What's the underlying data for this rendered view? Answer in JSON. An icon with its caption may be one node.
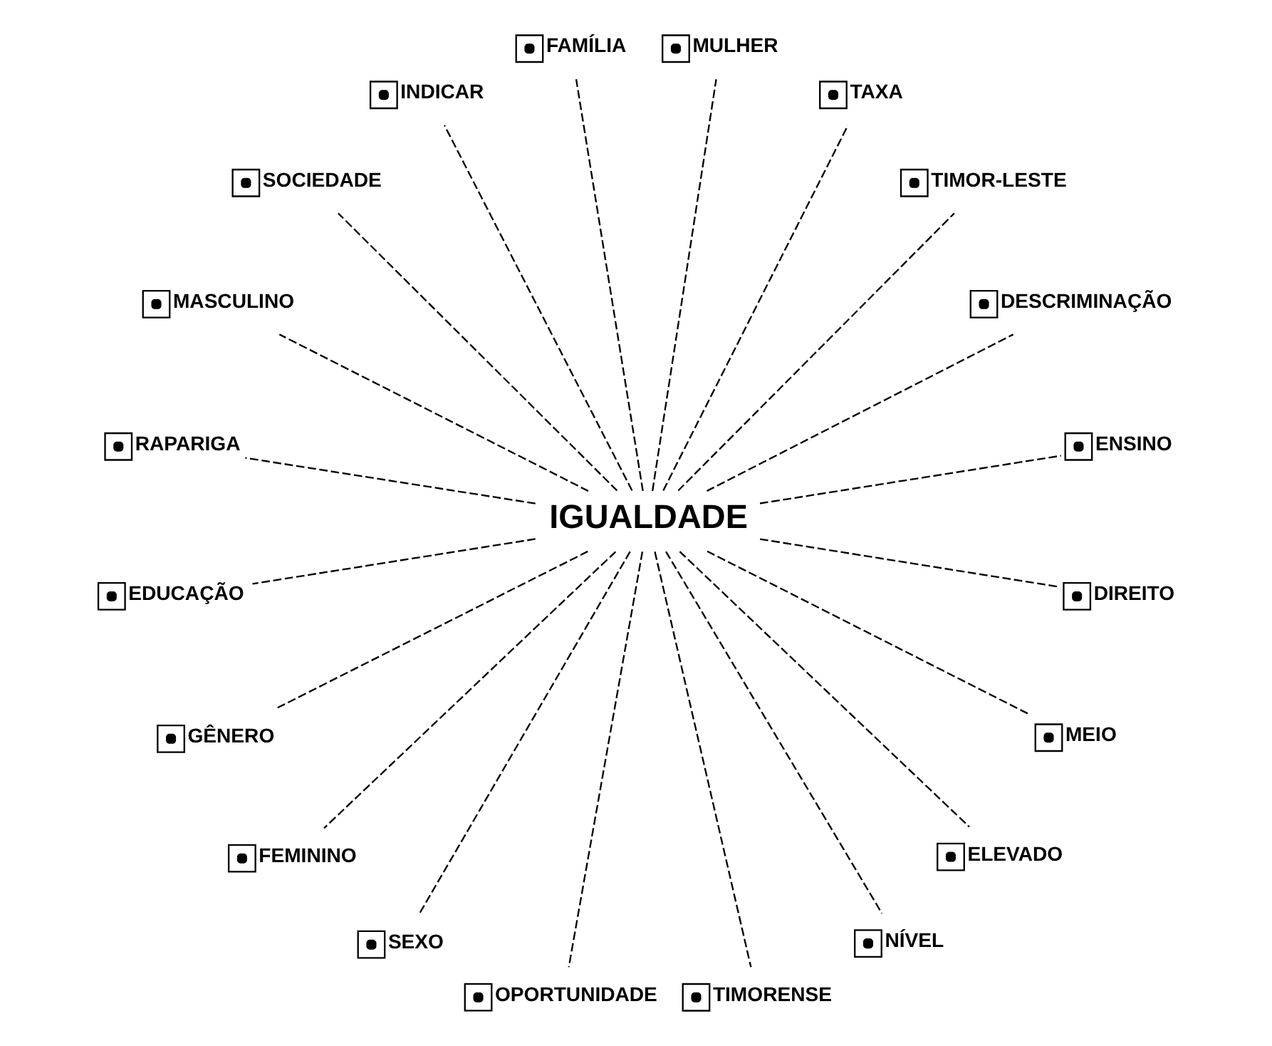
{
  "diagram": {
    "nodes": [
      {
        "text": [
          "ENSINO"
        ]
      },
      {
        "text": [
          "DESCRIMINAÇÃO"
        ]
      },
      {
        "text": [
          "TIMOR-LESTE"
        ]
      },
      {
        "text": [
          "TAXA"
        ]
      },
      {
        "text": [
          "MULHER"
        ]
      },
      {
        "text": [
          "FAMÍLIA"
        ]
      },
      {
        "text": [
          "INDICAR"
        ]
      },
      {
        "text": [
          "SOCIEDADE"
        ]
      },
      {
        "text": [
          "MASCULINO"
        ]
      },
      {
        "text": [
          "IGUALDADE"
        ]
      },
      {
        "text": [
          "RAPARIGA"
        ]
      },
      {
        "text": [
          "EDUCAÇÃO"
        ]
      },
      {
        "text": [
          "GÊNERO"
        ]
      },
      {
        "text": [
          "FEMININO"
        ]
      },
      {
        "text": [
          "SEXO"
        ]
      },
      {
        "text": [
          "OPORTUNIDADE"
        ]
      },
      {
        "text": [
          "TIMORENSE"
        ]
      },
      {
        "text": [
          "NÍVEL"
        ]
      },
      {
        "text": [
          "ELEVADO"
        ]
      },
      {
        "text": [
          "MEIO"
        ]
      },
      {
        "text": [
          "DIREITO"
        ]
      }
    ],
    "edges": [
      {
        "from": 9,
        "to": 0,
        "arrow": "none",
        "style": "dashed"
      },
      {
        "from": 9,
        "to": 1,
        "arrow": "none",
        "style": "dashed"
      },
      {
        "from": 9,
        "to": 2,
        "arrow": "none",
        "style": "dashed"
      },
      {
        "from": 9,
        "to": 3,
        "arrow": "none",
        "style": "dashed"
      },
      {
        "from": 9,
        "to": 4,
        "arrow": "none",
        "style": "dashed"
      },
      {
        "from": 9,
        "to": 5,
        "arrow": "none",
        "style": "dashed"
      },
      {
        "from": 9,
        "to": 6,
        "arrow": "none",
        "style": "dashed"
      },
      {
        "from": 9,
        "to": 7,
        "arrow": "none",
        "style": "dashed"
      },
      {
        "from": 9,
        "to": 8,
        "arrow": "none",
        "style": "dashed"
      },
      {
        "from": 9,
        "to": 10,
        "arrow": "none",
        "style": "dashed"
      },
      {
        "from": 9,
        "to": 11,
        "arrow": "none",
        "style": "dashed"
      },
      {
        "from": 9,
        "to": 12,
        "arrow": "none",
        "style": "dashed"
      },
      {
        "from": 9,
        "to": 13,
        "arrow": "none",
        "style": "dashed"
      },
      {
        "from": 9,
        "to": 14,
        "arrow": "none",
        "style": "dashed"
      },
      {
        "from": 9,
        "to": 15,
        "arrow": "none",
        "style": "dashed"
      },
      {
        "from": 9,
        "to": 16,
        "arrow": "none",
        "style": "dashed"
      },
      {
        "from": 9,
        "to": 17,
        "arrow": "none",
        "style": "dashed"
      },
      {
        "from": 9,
        "to": 18,
        "arrow": "none",
        "style": "dashed"
      },
      {
        "from": 9,
        "to": 19,
        "arrow": "none",
        "style": "dashed"
      },
      {
        "from": 9,
        "to": 20,
        "arrow": "none",
        "style": "dashed"
      }
    ]
  }
}
